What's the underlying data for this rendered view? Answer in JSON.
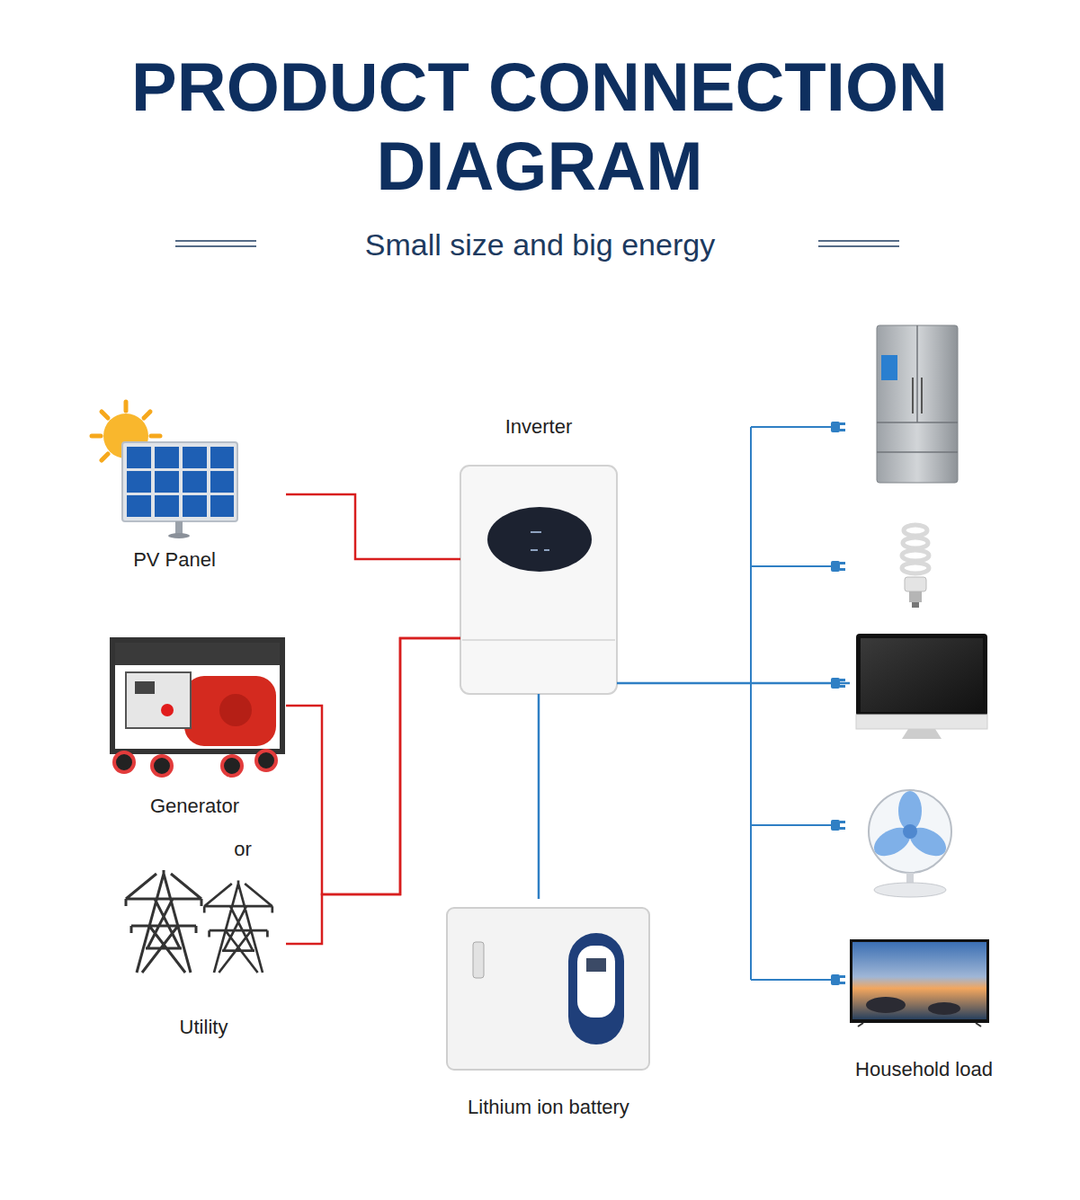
{
  "diagram": {
    "title": "PRODUCT CONNECTION DIAGRAM",
    "nodes": [
      {
        "text": [
          "Inverter"
        ]
      },
      {
        "text": [
          "PV Panel"
        ]
      },
      {
        "text": [
          "Generator"
        ]
      },
      {
        "text": [
          "Utility"
        ]
      },
      {
        "text": [
          "Lithium ion battery"
        ]
      },
      {
        "text": [
          "Household load"
        ]
      }
    ],
    "edges": [
      {
        "from": 1,
        "to": 0,
        "arrow": "none"
      },
      {
        "from": 2,
        "to": 0,
        "arrow": "none"
      },
      {
        "from": 3,
        "to": 0,
        "arrow": "none"
      },
      {
        "from": 0,
        "to": 4,
        "arrow": "none"
      },
      {
        "from": 0,
        "to": 5,
        "arrow": "none"
      }
    ],
    "labels": [
      "Small size and big energy",
      "or"
    ]
  }
}
